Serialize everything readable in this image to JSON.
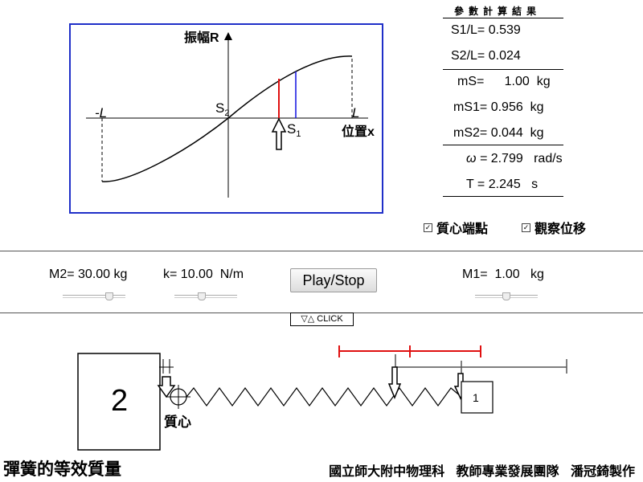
{
  "graph": {
    "y_axis_label": "振幅R",
    "x_axis_label": "位置x",
    "neg_L_label": "-L",
    "L_label": "L",
    "s1_label": "S",
    "s1_sub": "1",
    "s2_label": "S",
    "s2_sub": "2"
  },
  "results": {
    "title": "參數計算結果",
    "s1_ratio_label": "S1/L=",
    "s1_ratio_value": "0.539",
    "s2_ratio_label": "S2/L=",
    "s2_ratio_value": "0.024",
    "ms_label": "mS=",
    "ms_value": "1.00",
    "ms_unit": "kg",
    "ms1_label": "mS1=",
    "ms1_value": "0.956",
    "ms1_unit": "kg",
    "ms2_label": "mS2=",
    "ms2_value": "0.044",
    "ms2_unit": "kg",
    "omega_label": "ω =",
    "omega_value": "2.799",
    "omega_unit": "rad/s",
    "period_label": "T =",
    "period_value": "2.245",
    "period_unit": "s"
  },
  "checkboxes": {
    "center_of_mass": "質心端點",
    "observe_displacement": "觀察位移"
  },
  "controls": {
    "m2_label": "M2=",
    "m2_value": "30.00",
    "m2_unit": "kg",
    "k_label": "k=",
    "k_value": "10.00",
    "k_unit": "N/m",
    "m1_label": "M1=",
    "m1_value": "1.00",
    "m1_unit": "kg",
    "play_button": "Play/Stop",
    "click_tab": "▽△ CLICK"
  },
  "sliders": {
    "m2_position": 0.78,
    "k_position": 0.42,
    "m1_position": 0.5
  },
  "scene": {
    "block2_label": "2",
    "block1_label": "1",
    "center_of_mass_label": "質心"
  },
  "footer": {
    "title": "彈簧的等效質量",
    "credit": "國立師大附中物理科 教師專業發展團隊 潘冠錡製作"
  },
  "colors": {
    "frame_blue": "#1f2fc8",
    "marker_red": "#e01010",
    "marker_blue": "#1010e0",
    "range_red": "#e01010"
  }
}
